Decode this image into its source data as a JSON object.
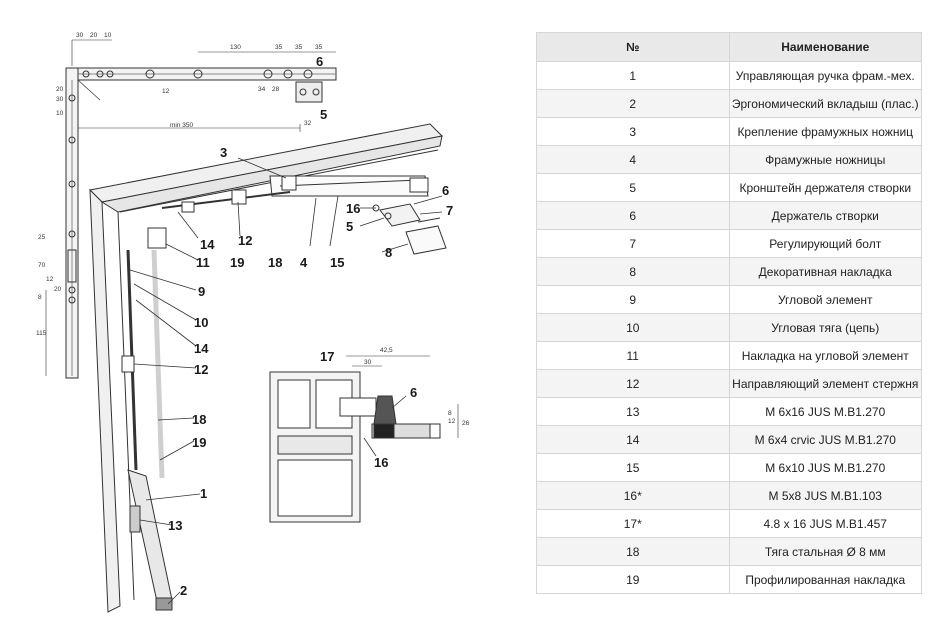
{
  "callouts": [
    "1",
    "2",
    "3",
    "4",
    "5",
    "6",
    "7",
    "8",
    "9",
    "10",
    "11",
    "12",
    "13",
    "14",
    "15",
    "16",
    "17",
    "18",
    "19"
  ],
  "callout_detail": {
    "c6": "6",
    "c16": "16",
    "c17": "17"
  },
  "dimensions": {
    "top": [
      "30",
      "20",
      "10",
      "130",
      "35",
      "35",
      "35"
    ],
    "small": [
      "12",
      "28",
      "34",
      "32",
      "25"
    ],
    "min": "min 350",
    "left": [
      "20",
      "30",
      "10",
      "25",
      "70",
      "12",
      "20",
      "8",
      "115"
    ],
    "section": [
      "42,5",
      "30",
      "8",
      "12",
      "26"
    ]
  },
  "table": {
    "header": {
      "num": "№",
      "name": "Наименование"
    },
    "rows": [
      {
        "num": "1",
        "name": "Управляющая ручка фрам.-мех."
      },
      {
        "num": "2",
        "name": "Эргономический вкладыш (плас.)"
      },
      {
        "num": "3",
        "name": "Крепление фрамужных ножниц"
      },
      {
        "num": "4",
        "name": "Фрамужные ножницы"
      },
      {
        "num": "5",
        "name": "Кронштейн держателя створки"
      },
      {
        "num": "6",
        "name": "Держатель створки"
      },
      {
        "num": "7",
        "name": "Регулирующий болт"
      },
      {
        "num": "8",
        "name": "Декоративная накладка"
      },
      {
        "num": "9",
        "name": "Угловой элемент"
      },
      {
        "num": "10",
        "name": "Угловая тяга (цепь)"
      },
      {
        "num": "11",
        "name": "Накладка на угловой элемент"
      },
      {
        "num": "12",
        "name": "Направляющий элемент стержня"
      },
      {
        "num": "13",
        "name": "M 6x16 JUS M.B1.270"
      },
      {
        "num": "14",
        "name": "M 6x4 crvic JUS M.B1.270"
      },
      {
        "num": "15",
        "name": "M 6x10 JUS M.B1.270"
      },
      {
        "num": "16*",
        "name": "M 5x8 JUS M.B1.103"
      },
      {
        "num": "17*",
        "name": "4.8 x 16 JUS M.B1.457"
      },
      {
        "num": "18",
        "name": "Тяга стальная Ø 8 мм"
      },
      {
        "num": "19",
        "name": "Профилированная накладка"
      }
    ]
  }
}
